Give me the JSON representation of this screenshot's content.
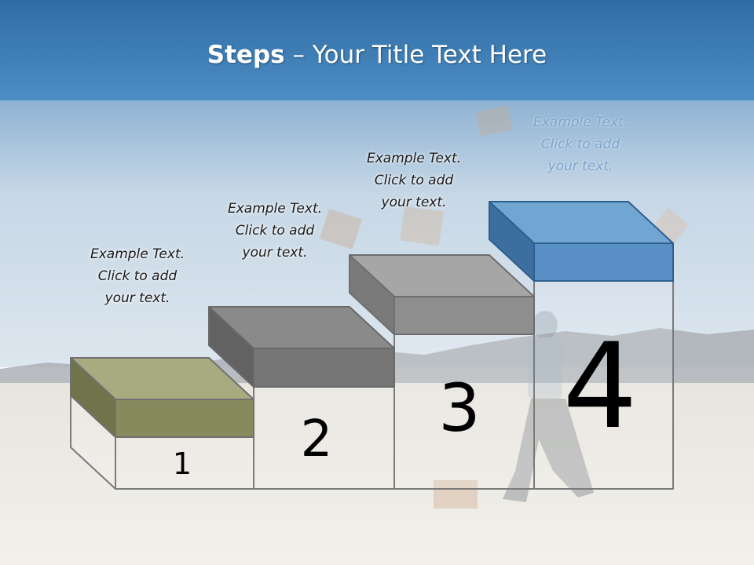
{
  "title": {
    "bold": "Steps",
    "rest": " – Your Title Text Here"
  },
  "colors": {
    "banner": "#3d7eb2",
    "sky": "#c8d8e6",
    "ground": "#e4e2dc",
    "step1_top": "#a8aa80",
    "step1_front": "#878a5c",
    "step1_side": "#70744a",
    "step2_top": "#8a8a8a",
    "step2_front": "#767676",
    "step2_side": "#626262",
    "step3_top": "#a6a6a6",
    "step3_front": "#8e8e8e",
    "step3_side": "#7a7a7a",
    "step4_top": "#72a6d2",
    "step4_front": "#5890c6",
    "step4_side": "#3c6f9f"
  },
  "steps": [
    {
      "number": "1",
      "caption": [
        "Example Text.",
        "Click  to add",
        "your text."
      ]
    },
    {
      "number": "2",
      "caption": [
        "Example Text.",
        "Click  to add",
        "your text."
      ]
    },
    {
      "number": "3",
      "caption": [
        "Example Text.",
        "Click  to add",
        "your text."
      ]
    },
    {
      "number": "4",
      "caption": [
        "Example Text.",
        "Click  to add",
        "your text."
      ]
    }
  ]
}
